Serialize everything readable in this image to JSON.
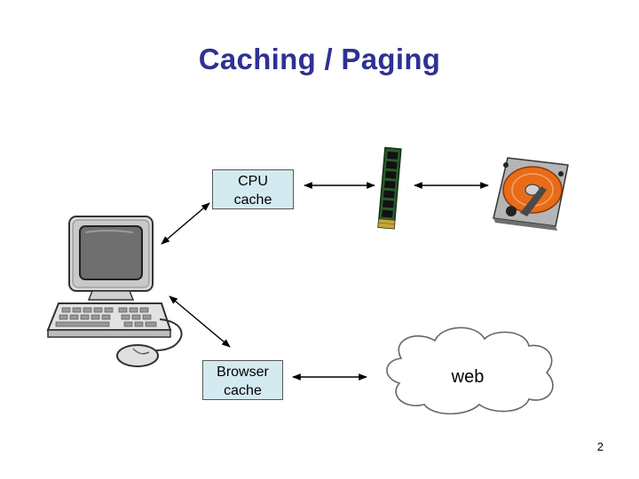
{
  "slide": {
    "title": "Caching / Paging",
    "page_number": "2"
  },
  "boxes": {
    "cpu_cache": {
      "line1": "CPU",
      "line2": "cache"
    },
    "browser_cache": {
      "line1": "Browser",
      "line2": "cache"
    }
  },
  "cloud": {
    "label": "web"
  },
  "icons": {
    "computer": "desktop-computer-icon",
    "ram": "ram-module-icon",
    "disk": "hard-disk-drive-icon",
    "cloud": "cloud-icon"
  },
  "colors": {
    "title": "#2e3192",
    "box_fill": "#d4eaf1",
    "disk_platter": "#e86b1a"
  }
}
